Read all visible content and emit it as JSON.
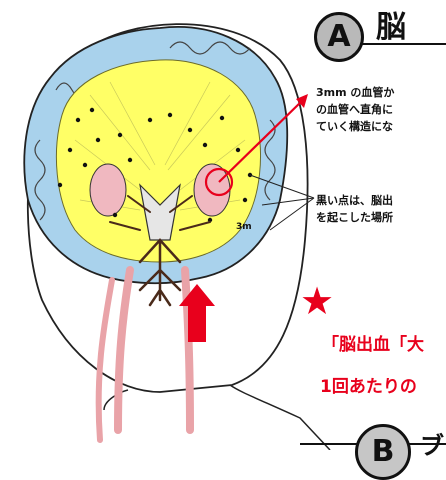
{
  "section_a": {
    "badge": "A",
    "title": "脳",
    "note1": [
      "3mm の血管か",
      "の血管へ直角に",
      "ていく構造にな"
    ],
    "note2": [
      "黒い点は、脳出",
      "を起こした場所"
    ],
    "callout_label": "3m"
  },
  "highlight": {
    "line1": "「脳出血「大",
    "line2": "1回あたりの"
  },
  "section_b": {
    "badge": "B",
    "title": "ブ"
  },
  "colors": {
    "accent_red": "#e8001c",
    "cortex_blue": "#a9d2ec",
    "white_matter_yellow": "#ffff66",
    "vessel_pink": "#e9a3a8",
    "nucleus_pink": "#f0b8c0"
  }
}
